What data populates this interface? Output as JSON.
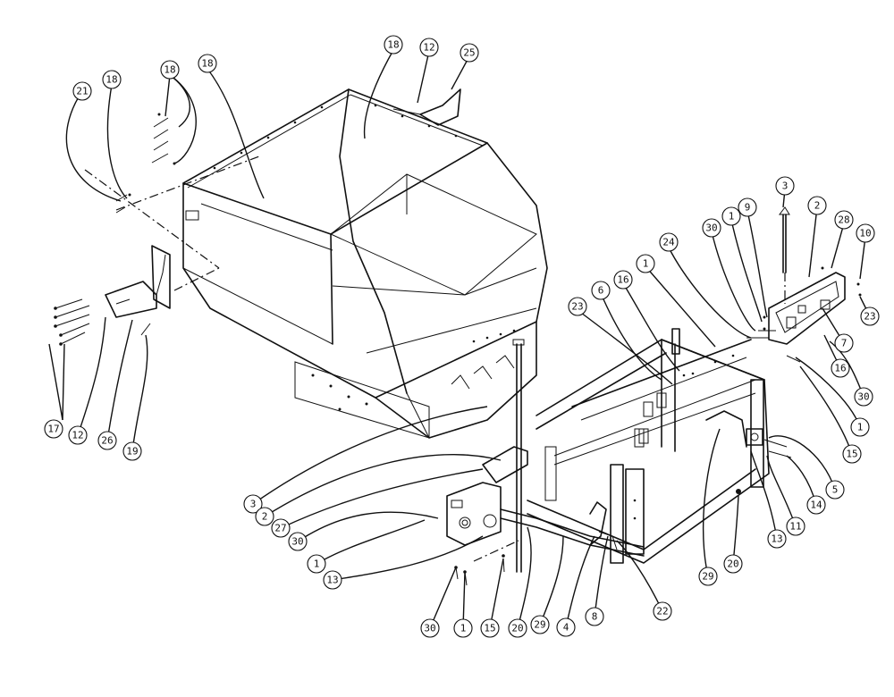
{
  "callouts": [
    {
      "id": "c-21a",
      "label": "21"
    },
    {
      "id": "c-18a",
      "label": "18"
    },
    {
      "id": "c-18b",
      "label": "18"
    },
    {
      "id": "c-18c",
      "label": "18"
    },
    {
      "id": "c-18d",
      "label": "18"
    },
    {
      "id": "c-12a",
      "label": "12"
    },
    {
      "id": "c-25",
      "label": "25"
    },
    {
      "id": "c-3a",
      "label": "3"
    },
    {
      "id": "c-2a",
      "label": "2"
    },
    {
      "id": "c-28",
      "label": "28"
    },
    {
      "id": "c-10",
      "label": "10"
    },
    {
      "id": "c-9",
      "label": "9"
    },
    {
      "id": "c-1a",
      "label": "1"
    },
    {
      "id": "c-30a",
      "label": "30"
    },
    {
      "id": "c-24",
      "label": "24"
    },
    {
      "id": "c-1b",
      "label": "1"
    },
    {
      "id": "c-23a",
      "label": "23"
    },
    {
      "id": "c-7",
      "label": "7"
    },
    {
      "id": "c-16a",
      "label": "16"
    },
    {
      "id": "c-30b",
      "label": "30"
    },
    {
      "id": "c-1c",
      "label": "1"
    },
    {
      "id": "c-15a",
      "label": "15"
    },
    {
      "id": "c-23b",
      "label": "23"
    },
    {
      "id": "c-6",
      "label": "6"
    },
    {
      "id": "c-16b",
      "label": "16"
    },
    {
      "id": "c-17",
      "label": "17"
    },
    {
      "id": "c-12b",
      "label": "12"
    },
    {
      "id": "c-26",
      "label": "26"
    },
    {
      "id": "c-19",
      "label": "19"
    },
    {
      "id": "c-3b",
      "label": "3"
    },
    {
      "id": "c-2b",
      "label": "2"
    },
    {
      "id": "c-27",
      "label": "27"
    },
    {
      "id": "c-30c",
      "label": "30"
    },
    {
      "id": "c-1d",
      "label": "1"
    },
    {
      "id": "c-13a",
      "label": "13"
    },
    {
      "id": "c-30d",
      "label": "30"
    },
    {
      "id": "c-1e",
      "label": "1"
    },
    {
      "id": "c-15b",
      "label": "15"
    },
    {
      "id": "c-20a",
      "label": "20"
    },
    {
      "id": "c-29a",
      "label": "29"
    },
    {
      "id": "c-4",
      "label": "4"
    },
    {
      "id": "c-8",
      "label": "8"
    },
    {
      "id": "c-22",
      "label": "22"
    },
    {
      "id": "c-29b",
      "label": "29"
    },
    {
      "id": "c-20b",
      "label": "20"
    },
    {
      "id": "c-13b",
      "label": "13"
    },
    {
      "id": "c-11",
      "label": "11"
    },
    {
      "id": "c-14",
      "label": "14"
    },
    {
      "id": "c-5",
      "label": "5"
    }
  ]
}
